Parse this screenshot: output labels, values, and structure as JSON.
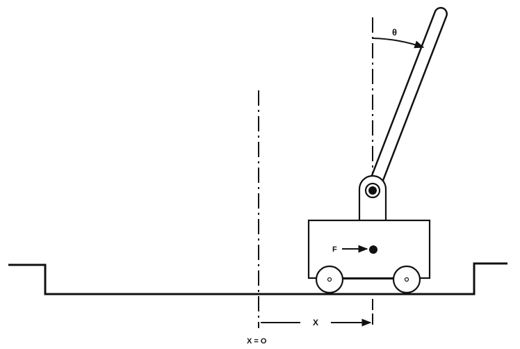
{
  "labels": {
    "theta": "θ",
    "force": "F",
    "displacement": "X",
    "origin": "X = O"
  },
  "colors": {
    "ink": "#111111",
    "background": "#ffffff"
  }
}
